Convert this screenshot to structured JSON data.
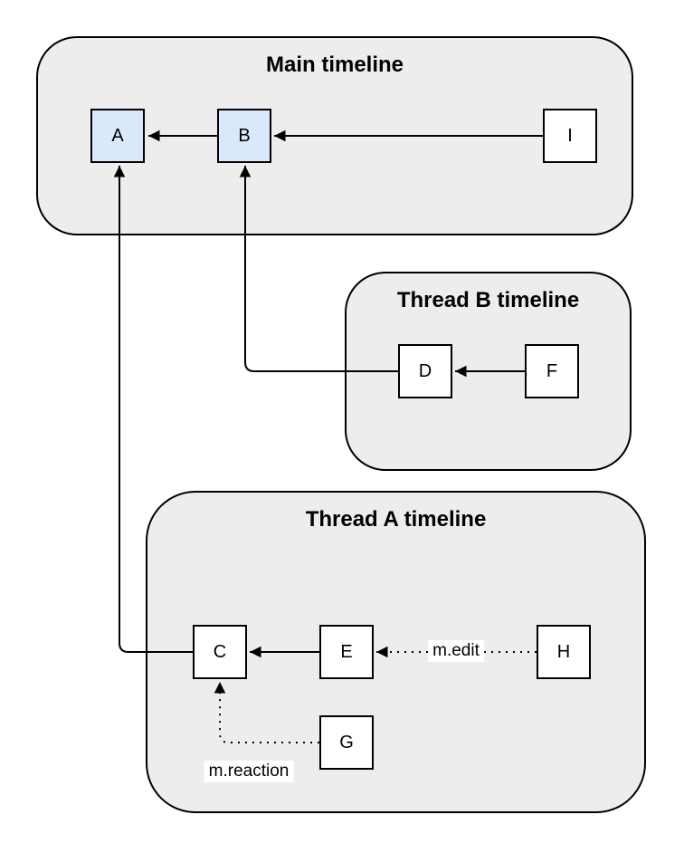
{
  "diagram_type": "event-graph-timelines",
  "colors": {
    "canvas_bg": "#ffffff",
    "container_fill": "#ededed",
    "container_border": "#000000",
    "node_blue_fill": "#dae8fc",
    "node_white_fill": "#ffffff",
    "node_border": "#000000",
    "line": "#000000",
    "label_bg": "#ffffff",
    "text": "#000000"
  },
  "containers": {
    "main": {
      "title": "Main timeline"
    },
    "thread_b": {
      "title": "Thread B timeline"
    },
    "thread_a": {
      "title": "Thread A timeline"
    }
  },
  "nodes": {
    "A": {
      "label": "A",
      "fill": "blue",
      "container": "main"
    },
    "B": {
      "label": "B",
      "fill": "blue",
      "container": "main"
    },
    "I": {
      "label": "I",
      "fill": "white",
      "container": "main"
    },
    "D": {
      "label": "D",
      "fill": "white",
      "container": "thread_b"
    },
    "F": {
      "label": "F",
      "fill": "white",
      "container": "thread_b"
    },
    "C": {
      "label": "C",
      "fill": "white",
      "container": "thread_a"
    },
    "E": {
      "label": "E",
      "fill": "white",
      "container": "thread_a"
    },
    "H": {
      "label": "H",
      "fill": "white",
      "container": "thread_a"
    },
    "G": {
      "label": "G",
      "fill": "white",
      "container": "thread_a"
    }
  },
  "edges": [
    {
      "from": "B",
      "to": "A",
      "style": "solid",
      "label": ""
    },
    {
      "from": "I",
      "to": "B",
      "style": "solid",
      "label": ""
    },
    {
      "from": "F",
      "to": "D",
      "style": "solid",
      "label": ""
    },
    {
      "from": "D",
      "to": "B",
      "style": "solid",
      "label": ""
    },
    {
      "from": "E",
      "to": "C",
      "style": "solid",
      "label": ""
    },
    {
      "from": "C",
      "to": "A",
      "style": "solid",
      "label": ""
    },
    {
      "from": "H",
      "to": "E",
      "style": "dotted",
      "label": "m.edit"
    },
    {
      "from": "G",
      "to": "C",
      "style": "dotted",
      "label": "m.reaction"
    }
  ]
}
